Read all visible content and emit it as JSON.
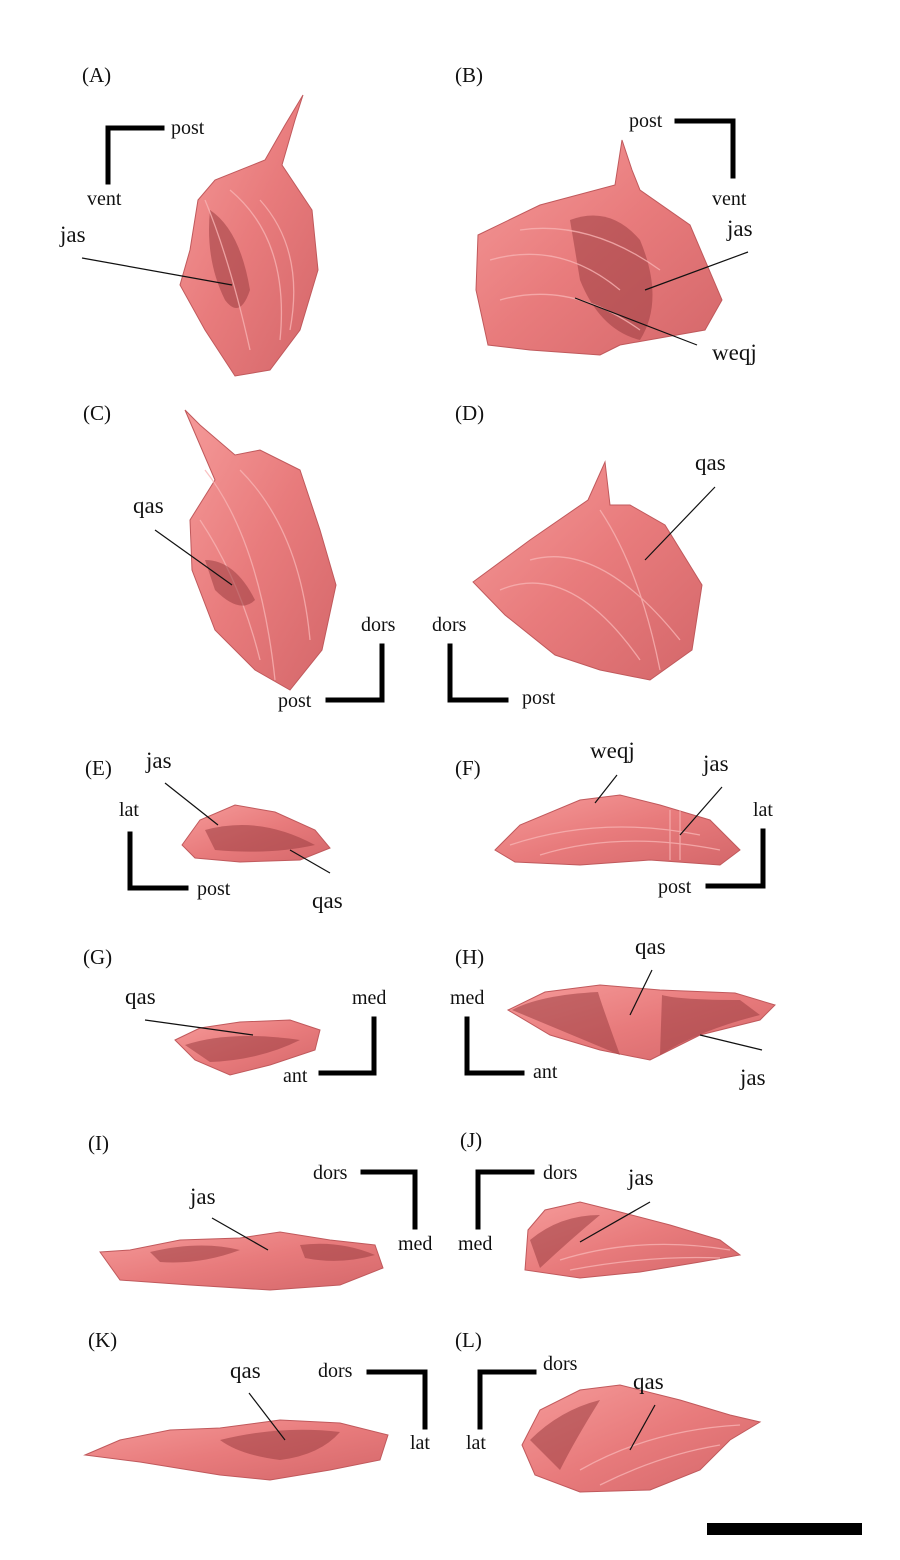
{
  "figure": {
    "panels": [
      {
        "label": "(A)",
        "dir_h": "post",
        "dir_v": "vent",
        "annotations": [
          "jas"
        ]
      },
      {
        "label": "(B)",
        "dir_h": "post",
        "dir_v": "vent",
        "annotations": [
          "jas",
          "weqj"
        ]
      },
      {
        "label": "(C)",
        "dir_h": "post",
        "dir_v": "dors",
        "annotations": [
          "qas"
        ]
      },
      {
        "label": "(D)",
        "dir_h": "post",
        "dir_v": "dors",
        "annotations": [
          "qas"
        ]
      },
      {
        "label": "(E)",
        "dir_h": "post",
        "dir_v": "lat",
        "annotations": [
          "jas",
          "qas"
        ]
      },
      {
        "label": "(F)",
        "dir_h": "post",
        "dir_v": "lat",
        "annotations": [
          "weqj",
          "jas"
        ]
      },
      {
        "label": "(G)",
        "dir_h": "ant",
        "dir_v": "med",
        "annotations": [
          "qas"
        ]
      },
      {
        "label": "(H)",
        "dir_h": "ant",
        "dir_v": "med",
        "annotations": [
          "qas",
          "jas"
        ]
      },
      {
        "label": "(I)",
        "dir_h": "dors",
        "dir_v": "med",
        "annotations": [
          "jas"
        ]
      },
      {
        "label": "(J)",
        "dir_h": "dors",
        "dir_v": "med",
        "annotations": [
          "jas"
        ]
      },
      {
        "label": "(K)",
        "dir_h": "dors",
        "dir_v": "lat",
        "annotations": [
          "qas"
        ]
      },
      {
        "label": "(L)",
        "dir_h": "dors",
        "dir_v": "lat",
        "annotations": [
          "qas"
        ]
      }
    ],
    "colors": {
      "bone": "#e87b7c",
      "bone_shadow": "#9c3e42",
      "ink": "#000000"
    }
  }
}
